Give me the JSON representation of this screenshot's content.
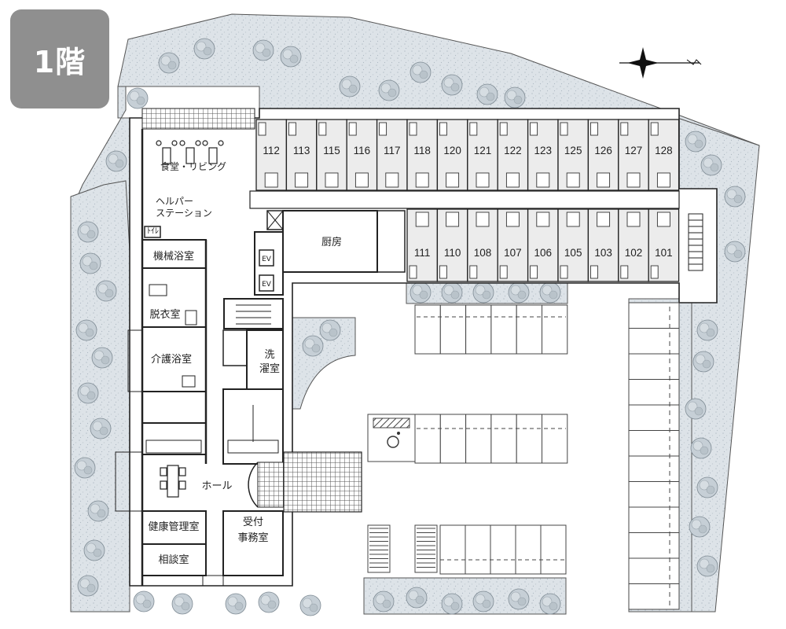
{
  "floor_label": "1階",
  "rooms_top": [
    "112",
    "113",
    "115",
    "116",
    "117",
    "118",
    "120",
    "121",
    "122",
    "123",
    "125",
    "126",
    "127",
    "128"
  ],
  "rooms_bottom": [
    "111",
    "110",
    "108",
    "107",
    "106",
    "105",
    "103",
    "102",
    "101"
  ],
  "labels": {
    "dining": "食堂・リビング",
    "helper_station": "ヘルパー\nステーション",
    "toilet": "ﾄｲﾚ",
    "machine_bath": "機械浴室",
    "changing_room": "脱衣室",
    "care_bath": "介護浴室",
    "kitchen": "厨房",
    "ev": "EV",
    "laundry": "洗濯室",
    "hall": "ホール",
    "health_office": "健康管理室",
    "consultation": "相談室",
    "reception": "受付\n事務室"
  },
  "colors": {
    "garden": "#dbe1e6",
    "room_fill": "#ececec",
    "wall": "#222222",
    "badge": "#8f8f8f"
  }
}
